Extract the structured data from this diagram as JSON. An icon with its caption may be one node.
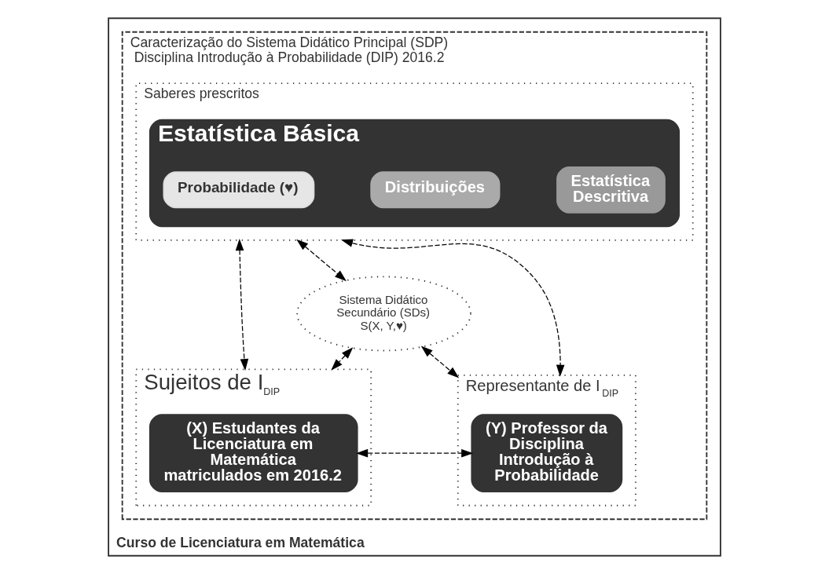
{
  "diagram": {
    "nodes": [
      {
        "text": [
          "Curso de Licenciatura em Matemática"
        ]
      },
      {
        "text": [
          "Caracterização do Sistema Didático Principal (SDP)",
          "Disciplina Introdução à Probabilidade (DIP) 2016.2"
        ],
        "in": 0
      },
      {
        "text": [
          "Saberes prescritos"
        ],
        "in": 1
      },
      {
        "text": [
          "Estatística Básica"
        ],
        "in": 2
      },
      {
        "text": [
          "Estatística Descritiva"
        ],
        "in": 3
      },
      {
        "text": [
          "Distribuições"
        ],
        "in": 3
      },
      {
        "text": [
          "Probabilidade (♥)"
        ],
        "in": 3
      },
      {
        "text": [
          "Sistema Didático Secundário (SDs)",
          "S(X, Y,♥)"
        ],
        "in": 1
      },
      {
        "text": [
          "Sujeitos de I$_{DIP}$"
        ],
        "in": 1
      },
      {
        "text": [
          "(X) Estudantes da Licenciatura em Matemática matriculados em 2016.2"
        ],
        "in": 8
      },
      {
        "text": [
          "Representante de I$_{DIP}$"
        ],
        "in": 1
      },
      {
        "text": [
          "(Y) Professor da Disciplina Introdução à Probabilidade"
        ],
        "in": 10
      }
    ],
    "edges": [
      {
        "from": 2,
        "to": 8,
        "arrow": "both",
        "style": "dashed"
      },
      {
        "from": 2,
        "to": 10,
        "arrow": "both",
        "style": "dashed"
      },
      {
        "from": 2,
        "to": 7,
        "arrow": "both",
        "style": "dashed"
      },
      {
        "from": 7,
        "to": 8,
        "arrow": "both",
        "style": "dashed"
      },
      {
        "from": 7,
        "to": 10,
        "arrow": "both",
        "style": "dashed"
      },
      {
        "from": 9,
        "to": 11,
        "arrow": "both",
        "style": "dashed"
      }
    ]
  }
}
